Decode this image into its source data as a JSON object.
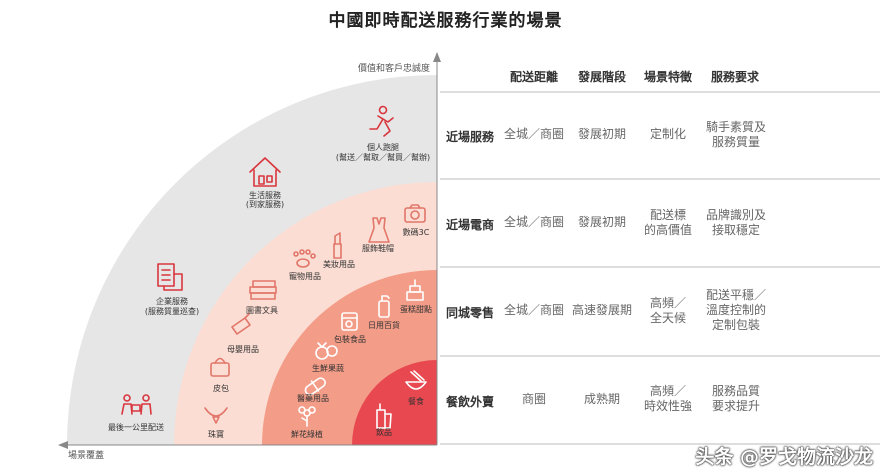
{
  "title": "中國即時配送服務行業的場景",
  "axis": {
    "y_label": "價值和客戶忠誠度",
    "x_label": "場景覆蓋"
  },
  "arcs": {
    "outer": {
      "color": "#e6e6e6",
      "items": [
        {
          "icon": "running-person-icon",
          "l1": "個人跑腿",
          "l2": "(幫送／幫取／幫買／幫辦)"
        },
        {
          "icon": "house-icon",
          "l1": "生活服務",
          "l2": "(到家服務)"
        },
        {
          "icon": "document-icon",
          "l1": "企業服務",
          "l2": "(服務質量巡查)"
        },
        {
          "icon": "delivery-people-icon",
          "l1": "最後一公里配送",
          "l2": ""
        }
      ]
    },
    "second": {
      "color": "#fbddd3",
      "items": [
        "數碼3C",
        "服飾鞋帽",
        "美妝用品",
        "寵物用品",
        "圖書文具",
        "母嬰用品",
        "皮包",
        "珠寶"
      ]
    },
    "third": {
      "color": "#f39d88",
      "items": [
        "蛋糕甜點",
        "日用百貨",
        "包裝食品",
        "生鮮果蔬",
        "醫藥用品",
        "鮮花綠植"
      ]
    },
    "inner": {
      "color": "#e8484f",
      "items": [
        "餐食",
        "飲品"
      ]
    }
  },
  "table": {
    "headers": [
      "配送距離",
      "發展階段",
      "場景特徵",
      "服務要求"
    ],
    "rows": [
      {
        "name": "近場服務",
        "cells": [
          "全城／商圈",
          "發展初期",
          "定制化",
          "騎手素質及\n服務質量"
        ]
      },
      {
        "name": "近場電商",
        "cells": [
          "全城／商圈",
          "發展初期",
          "配送標\n的高價值",
          "品牌識別及\n接取穩定"
        ]
      },
      {
        "name": "同城零售",
        "cells": [
          "全城／商圈",
          "高速發展期",
          "高頻／\n全天候",
          "配送平穩／\n溫度控制的\n定制包裝"
        ]
      },
      {
        "name": "餐飲外賣",
        "cells": [
          "商圈",
          "成熟期",
          "高頻／\n時效性強",
          "服務品質\n要求提升"
        ]
      }
    ]
  },
  "watermark": "头条 @罗戈物流沙龙"
}
